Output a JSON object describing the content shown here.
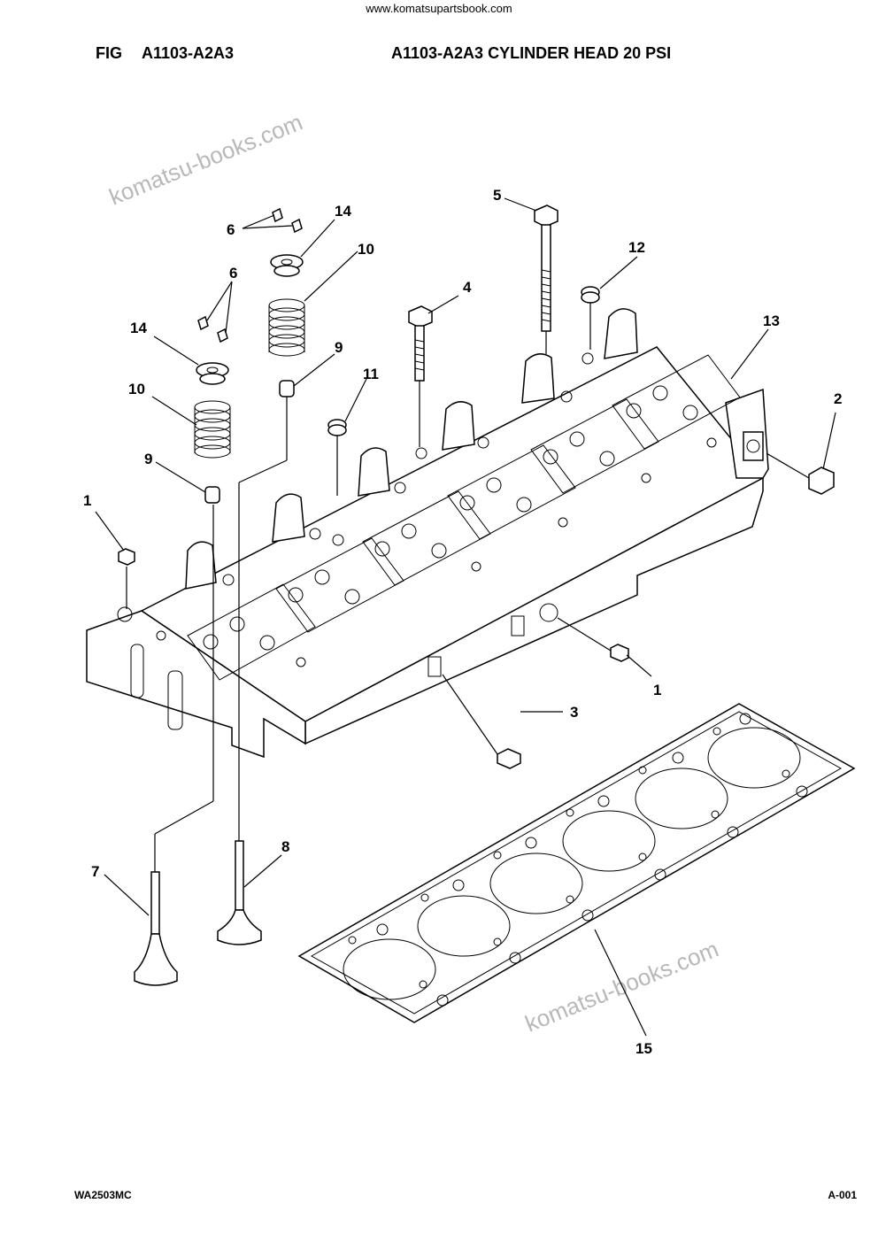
{
  "header": {
    "site_url": "www.komatsupartsbook.com",
    "fig_prefix": "FIG",
    "fig_code": "A1103-A2A3",
    "title": "A1103-A2A3 CYLINDER HEAD 20 PSI"
  },
  "footer": {
    "model": "WA2503MC",
    "page": "A-001"
  },
  "watermark": "komatsu-books.com",
  "callouts": {
    "c1_left": "1",
    "c1_right": "1",
    "c2": "2",
    "c3": "3",
    "c4": "4",
    "c5": "5",
    "c6_top": "6",
    "c6_mid": "6",
    "c7": "7",
    "c8": "8",
    "c9_left": "9",
    "c9_right": "9",
    "c10_left": "10",
    "c10_right": "10",
    "c11": "11",
    "c12": "12",
    "c13": "13",
    "c14_left": "14",
    "c14_right": "14",
    "c15": "15"
  }
}
